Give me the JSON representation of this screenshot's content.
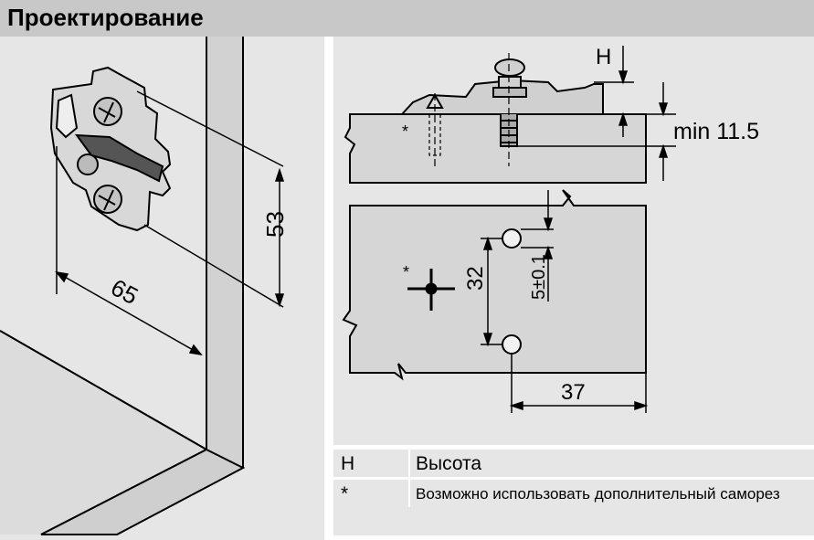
{
  "header": {
    "title": "Проектирование"
  },
  "left_diagram": {
    "dim_width": "65",
    "dim_height": "53"
  },
  "right_diagram": {
    "label_h": "H",
    "label_min": "min 11.5",
    "asterisk_top": "*",
    "asterisk_plate": "*",
    "dim_32": "32",
    "dim_5": "5±0.1",
    "dim_37": "37"
  },
  "legend": {
    "rows": [
      {
        "key": "H",
        "value": "Высота"
      },
      {
        "key": "*",
        "value": "Возможно использовать дополнительный саморез"
      }
    ]
  }
}
